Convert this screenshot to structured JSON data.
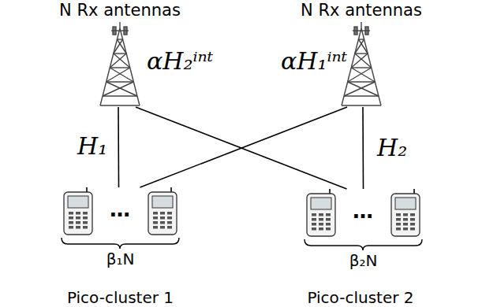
{
  "diagram": {
    "nodes": [
      {
        "text": [
          "Pico-cluster 1"
        ]
      },
      {
        "text": [
          "N Rx antennas"
        ],
        "in": 0
      },
      {
        "text": [
          "β₁N"
        ],
        "in": 0
      },
      {
        "text": [
          "Pico-cluster 2"
        ]
      },
      {
        "text": [
          "N Rx antennas"
        ],
        "in": 3
      },
      {
        "text": [
          "β₂N"
        ],
        "in": 3
      }
    ],
    "edges": [
      {
        "from": 1,
        "to": 2,
        "label": "H₁",
        "arrow": "none"
      },
      {
        "from": 1,
        "to": 5,
        "label": "αH₂ⁱⁿᵗ",
        "arrow": "none"
      },
      {
        "from": 4,
        "to": 2,
        "label": "αH₁ⁱⁿᵗ",
        "arrow": "none"
      },
      {
        "from": 4,
        "to": 5,
        "label": "H₂",
        "arrow": "none"
      }
    ],
    "labels": [
      "…",
      "…"
    ]
  }
}
